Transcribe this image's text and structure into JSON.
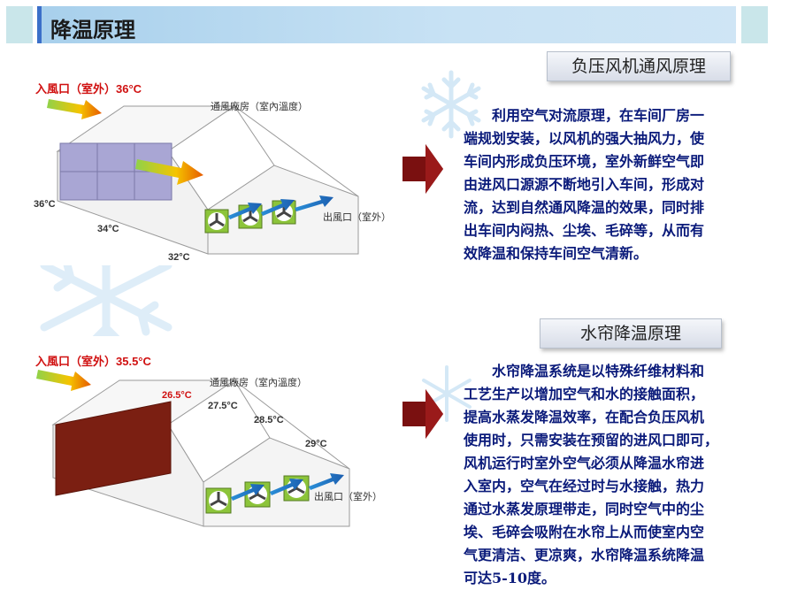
{
  "title": "降温原理",
  "section1": {
    "heading": "负压风机通风原理",
    "lines": [
      "　　利用空气对流原理，在车间厂房一",
      "端规划安装，以风机的强大抽风力，使",
      "车间内形成负压环境，室外新鲜空气即",
      "由进风口源源不断地引入车间，形成对",
      "流，达到自然通风降温的效果，同时排",
      "出车间内闷热、尘埃、毛碎等，从而有",
      "效降温和保持车间空气清新。"
    ],
    "diagram": {
      "inlet_label": "入風口（室外）36°C",
      "room_label": "通風廠房（室內溫度）",
      "outlet_label": "出風口（室外）",
      "temp_left": "36°C",
      "temp_mid": "34°C",
      "temp_right": "32°C"
    }
  },
  "section2": {
    "heading": "水帘降温原理",
    "lines": [
      "　　水帘降温系统是以特殊纤维材料和",
      "工艺生产以增加空气和水的接触面积，",
      "提高水蒸发降温效率，在配合负压风机",
      "使用时，只需安装在预留的进风口即可，",
      "风机运行时室外空气必须从降温水帘进",
      "入室内，空气在经过时与水接触，热力",
      "通过水蒸发原理带走，同时空气中的尘",
      "埃、毛碎会吸附在水帘上从而使室内空",
      "气更清洁、更凉爽，水帘降温系统降温",
      "可达5-10度。"
    ],
    "diagram": {
      "inlet_label": "入風口（室外）35.5°C",
      "room_label": "通風廠房（室內溫度）",
      "outlet_label": "出風口（室外）",
      "temp_1": "26.5°C",
      "temp_2": "27.5°C",
      "temp_3": "28.5°C",
      "temp_4": "29°C"
    }
  },
  "colors": {
    "title_bar_accent": "#3b6fc9",
    "arrow": "#7a1010",
    "text": "#0a1a7a",
    "water_curtain": "#7b1f12",
    "inlet_panel": "#a9a6d4"
  }
}
